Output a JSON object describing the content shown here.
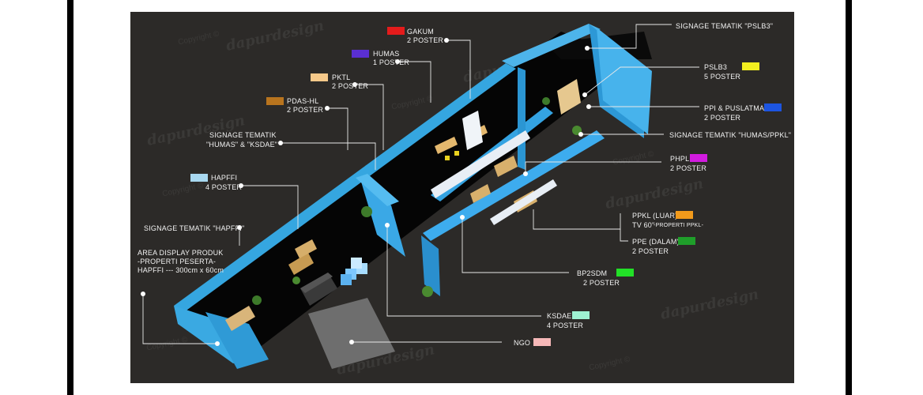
{
  "watermark": {
    "brand": "dapurdesign",
    "copyright": "Copyright ©"
  },
  "labels": {
    "gakum": {
      "name": "GAKUM",
      "count": "2 POSTER",
      "color": "#e41b1b"
    },
    "humas": {
      "name": "HUMAS",
      "count": "1 POSTER",
      "color": "#5a2fd1"
    },
    "pktl": {
      "name": "PKTL",
      "count": "2 POSTER",
      "color": "#f6c98a"
    },
    "pdas_hl": {
      "name": "PDAS-HL",
      "count": "2 POSTER",
      "color": "#b8741e"
    },
    "signage_humas_ksdae": {
      "line1": "SIGNAGE TEMATIK",
      "line2": "\"HUMAS\" & \"KSDAE\""
    },
    "hapffi": {
      "name": "HAPFFI",
      "count": "4 POSTER",
      "color": "#a8d8f0"
    },
    "signage_hapffi": {
      "text": "SIGNAGE TEMATIK \"HAPFFI\""
    },
    "area_display": {
      "line1": "AREA DISPLAY PRODUK",
      "line2": "-PROPERTI PESERTA-",
      "line3": "HAPFFI --- 300cm x 60cm"
    },
    "signage_pslb3": {
      "text": "SIGNAGE TEMATIK \"PSLB3\""
    },
    "pslb3": {
      "name": "PSLB3",
      "count": "5 POSTER",
      "color": "#f2ee1f"
    },
    "ppi_puslatmas": {
      "name": "PPI & PUSLATMAS",
      "count": "2 POSTER",
      "color": "#1d55e0"
    },
    "signage_humas_ppkl": {
      "text": "SIGNAGE TEMATIK \"HUMAS/PPKL\""
    },
    "phpl": {
      "name": "PHPL",
      "count": "2 POSTER",
      "color": "#d21be0"
    },
    "ppkl": {
      "name": "PPKL (LUAR)",
      "line2": "TV 60\"",
      "line2_small": "-PROPERTI PPKL-",
      "color": "#f29a1b"
    },
    "ppe": {
      "name": "PPE (DALAM)",
      "count": "2 POSTER",
      "color": "#1f9e2a"
    },
    "bp2sdm": {
      "name": "BP2SDM",
      "count": "2 POSTER",
      "color": "#22e027"
    },
    "ksdae": {
      "name": "KSDAE",
      "count": "4 POSTER",
      "color": "#9ef2d2"
    },
    "ngo": {
      "name": "NGO",
      "color": "#f6b8b8"
    }
  }
}
